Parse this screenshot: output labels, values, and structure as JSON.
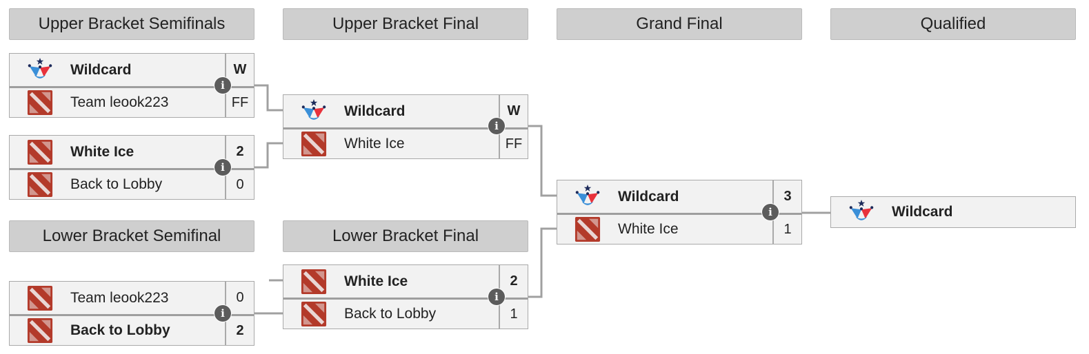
{
  "headers": {
    "ub_semis": "Upper Bracket Semifinals",
    "ub_final": "Upper Bracket Final",
    "grand_final": "Grand Final",
    "qualified": "Qualified",
    "lb_semi": "Lower Bracket Semifinal",
    "lb_final": "Lower Bracket Final"
  },
  "ub_semi_1": {
    "team1": {
      "name": "Wildcard",
      "score": "W",
      "logo": "wildcard-logo"
    },
    "team2": {
      "name": "Team leook223",
      "score": "FF",
      "logo": "dota2-logo"
    }
  },
  "ub_semi_2": {
    "team1": {
      "name": "White Ice",
      "score": "2",
      "logo": "dota2-logo"
    },
    "team2": {
      "name": "Back to Lobby",
      "score": "0",
      "logo": "dota2-logo"
    }
  },
  "ub_final": {
    "team1": {
      "name": "Wildcard",
      "score": "W",
      "logo": "wildcard-logo"
    },
    "team2": {
      "name": "White Ice",
      "score": "FF",
      "logo": "dota2-logo"
    }
  },
  "grand_final": {
    "team1": {
      "name": "Wildcard",
      "score": "3",
      "logo": "wildcard-logo"
    },
    "team2": {
      "name": "White Ice",
      "score": "1",
      "logo": "dota2-logo"
    }
  },
  "qualified": {
    "name": "Wildcard",
    "logo": "wildcard-logo"
  },
  "lb_semi": {
    "team1": {
      "name": "Team leook223",
      "score": "0",
      "logo": "dota2-logo"
    },
    "team2": {
      "name": "Back to Lobby",
      "score": "2",
      "logo": "dota2-logo"
    }
  },
  "lb_final": {
    "team1": {
      "name": "White Ice",
      "score": "2",
      "logo": "dota2-logo"
    },
    "team2": {
      "name": "Back to Lobby",
      "score": "1",
      "logo": "dota2-logo"
    }
  },
  "info_icon_glyph": "i",
  "colors": {
    "header_bg": "#cfcfcf",
    "match_bg": "#f2f2f2",
    "connector": "#a0a0a0",
    "info_icon": "#5c5c5c",
    "wildcard_red": "#e8323c",
    "wildcard_blue": "#3a8fd8",
    "dota_red": "#b33a2a"
  }
}
